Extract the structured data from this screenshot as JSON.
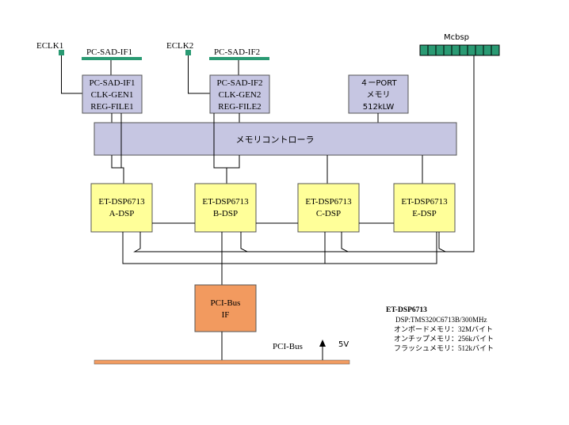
{
  "colors": {
    "box_lavender": "#c6c6e2",
    "box_yellow": "#ffff99",
    "box_orange": "#f29a5f",
    "bus_green": "#2a9a73",
    "bus_orange": "#f19c62"
  },
  "clocks": {
    "eclk1": "ECLK1",
    "eclk2": "ECLK2"
  },
  "sad_bus": {
    "if1": "PC-SAD-IF1",
    "if2": "PC-SAD-IF2"
  },
  "mcbsp_label": "Mcbsp",
  "blocks": {
    "sad1": [
      "PC-SAD-IF1",
      "CLK-GEN1",
      "REG-FILE1"
    ],
    "sad2": [
      "PC-SAD-IF2",
      "CLK-GEN2",
      "REG-FILE2"
    ],
    "port_memory": [
      "４ーPORT",
      "メモリ",
      "512kLW"
    ],
    "memory_controller": "メモリコントローラ"
  },
  "dsps": [
    [
      "ET-DSP6713",
      "A-DSP"
    ],
    [
      "ET-DSP6713",
      "B-DSP"
    ],
    [
      "ET-DSP6713",
      "C-DSP"
    ],
    [
      "ET-DSP6713",
      "E-DSP"
    ]
  ],
  "pci_if": [
    "PCI-Bus",
    "IF"
  ],
  "pci_bus_label": "PCI-Bus",
  "power_label": "5V",
  "spec": {
    "title": "ET-DSP6713",
    "lines": [
      "DSP:TMS320C6713B/300MHz",
      "オンボードメモリ：32Mバイト",
      "オンチップメモリ：256kバイト",
      "フラッシュメモリ：512kバイト"
    ]
  }
}
